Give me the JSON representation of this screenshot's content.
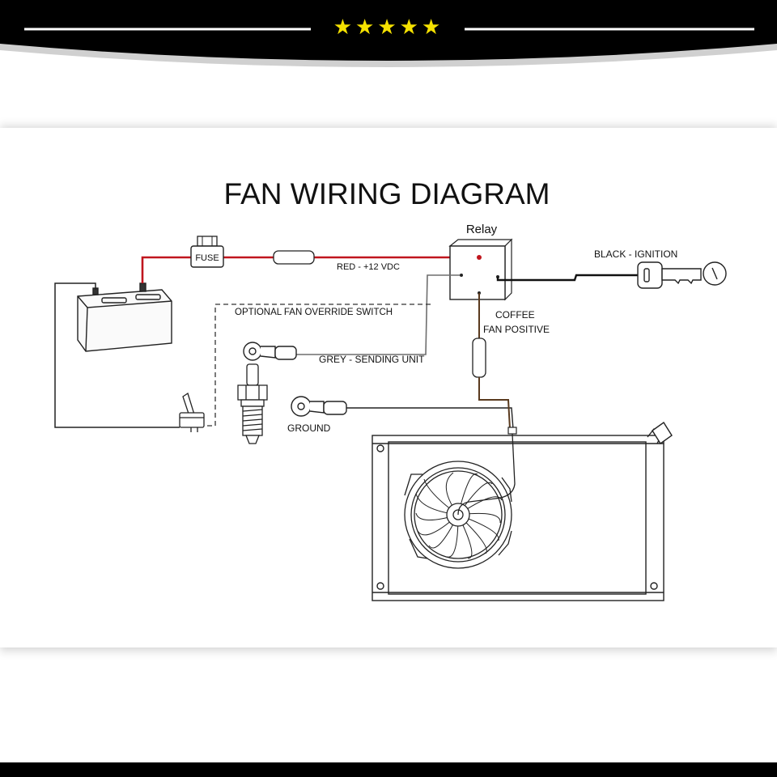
{
  "banner": {
    "stars": "★★★★★"
  },
  "diagram": {
    "title": "FAN  WIRING  DIAGRAM",
    "labels": {
      "fuse": "FUSE",
      "relay": "Relay",
      "red_wire": "RED - +12 VDC",
      "black_wire": "BLACK - IGNITION",
      "override": "OPTIONAL FAN OVERRIDE SWITCH",
      "grey_wire": "GREY - SENDING UNIT",
      "coffee_1": "COFFEE",
      "coffee_2": "FAN POSITIVE",
      "ground": "GROUND"
    },
    "wire_colors": {
      "red": "#c0161e",
      "black": "#111111",
      "grey": "#6e6e6e",
      "coffee": "#5a3a1e",
      "dashed": "#333333"
    }
  }
}
